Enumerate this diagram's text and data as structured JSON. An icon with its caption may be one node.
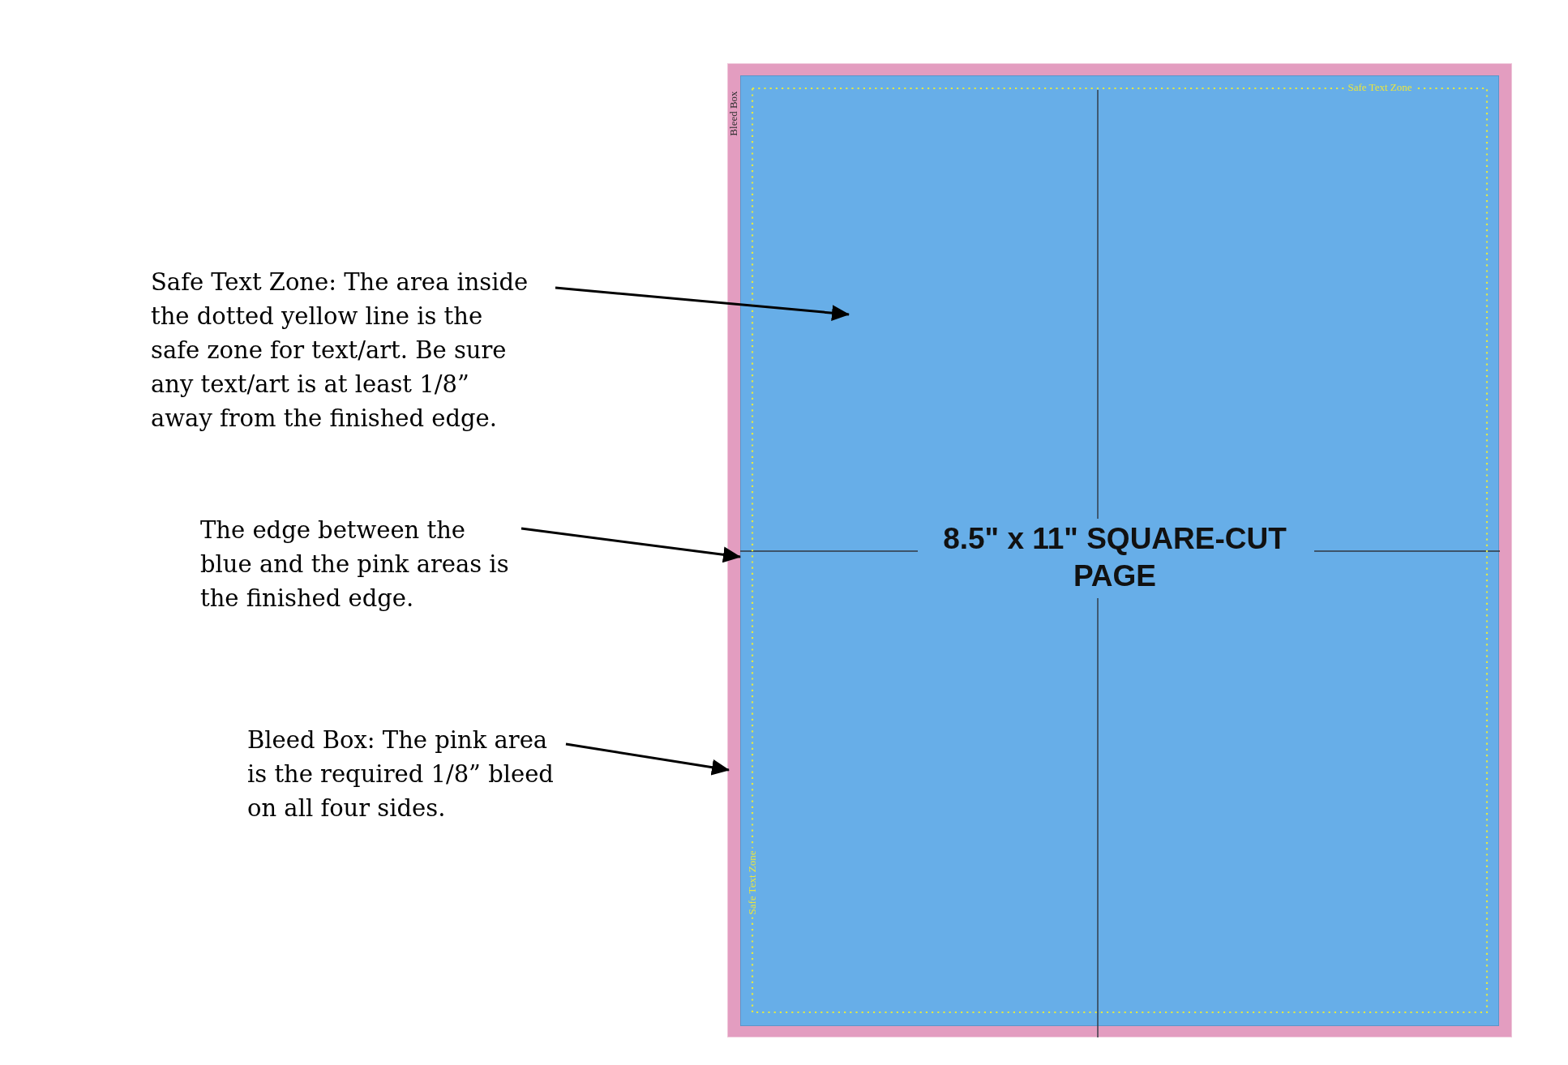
{
  "diagram": {
    "nodes": [
      {
        "text": [
          "Bleed Box"
        ]
      },
      {
        "text": [],
        "shape": "box",
        "in": 0
      },
      {
        "text": [
          "Safe Text Zone",
          "Safe Text Zone"
        ],
        "in": 1
      },
      {
        "text": [
          "Safe Text Zone: The area inside the dotted yellow line is the safe zone for text/art. Be sure any text/art is at least 1/8” away from the finished edge."
        ]
      },
      {
        "text": [
          "The edge between the blue and the pink areas is the finished edge."
        ]
      },
      {
        "text": [
          "Bleed Box: The pink area is the required 1/8” bleed on all four sides."
        ]
      }
    ],
    "edges": [
      {
        "from": 3,
        "to": 2,
        "arrow": "to"
      },
      {
        "from": 4,
        "to": 1,
        "arrow": "to"
      },
      {
        "from": 5,
        "to": 0,
        "arrow": "to"
      }
    ],
    "labels": [
      "8.5\" x 11\" SQUARE-CUT PAGE"
    ]
  }
}
